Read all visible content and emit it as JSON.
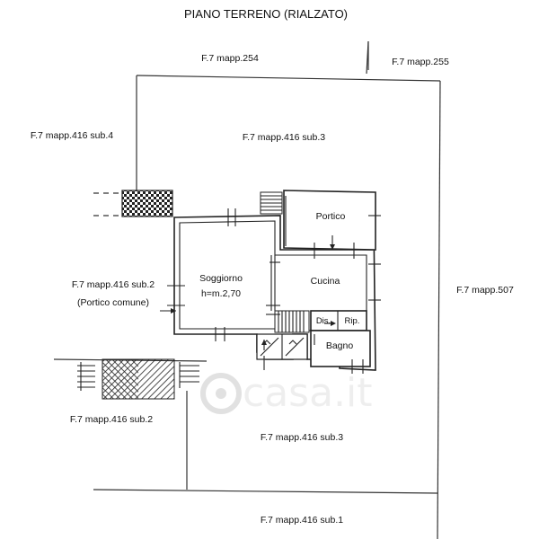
{
  "title": "PIANO TERRENO (RIALZATO)",
  "parcels": {
    "mapp254": "F.7 mapp.254",
    "mapp255": "F.7 mapp.255",
    "sub4": "F.7 mapp.416 sub.4",
    "sub3_top": "F.7 mapp.416 sub.3",
    "sub2_left": "F.7 mapp.416 sub.2",
    "portico_comune": "(Portico comune)",
    "mapp507": "F.7 mapp.507",
    "sub2_bottom": "F.7 mapp.416 sub.2",
    "sub3_bottom": "F.7 mapp.416 sub.3",
    "sub1": "F.7 mapp.416 sub.1"
  },
  "rooms": {
    "portico": "Portico",
    "soggiorno": "Soggiorno",
    "height": "h=m.2,70",
    "cucina": "Cucina",
    "disimpegno": "Dis.",
    "ripostiglio": "Rip.",
    "bagno": "Bagno"
  },
  "watermark": "casa.it"
}
